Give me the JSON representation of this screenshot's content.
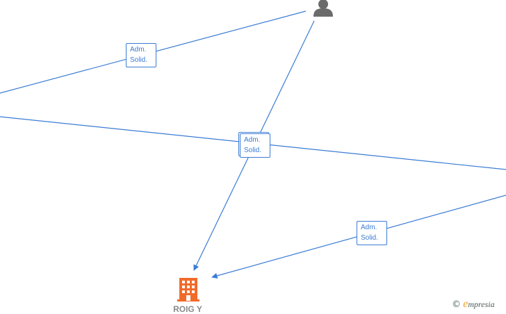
{
  "colors": {
    "edge": "#3a7bd5",
    "company": "#f26a2a",
    "person": "#6b6b6b",
    "brand_accent": "#f0a020"
  },
  "nodes": {
    "company": {
      "name": "ROIG Y",
      "icon": "building-icon"
    },
    "person": {
      "icon": "person-icon"
    }
  },
  "edges": [
    {
      "label_line1": "Adm.",
      "label_line2": "Solid."
    },
    {
      "label_line1": "Adm.",
      "label_line2": "Solid."
    },
    {
      "label_line1": "Adm.",
      "label_line2": "Solid."
    }
  ],
  "watermark": {
    "copyright": "©",
    "e_letter": "e",
    "rest": "mpresia"
  }
}
